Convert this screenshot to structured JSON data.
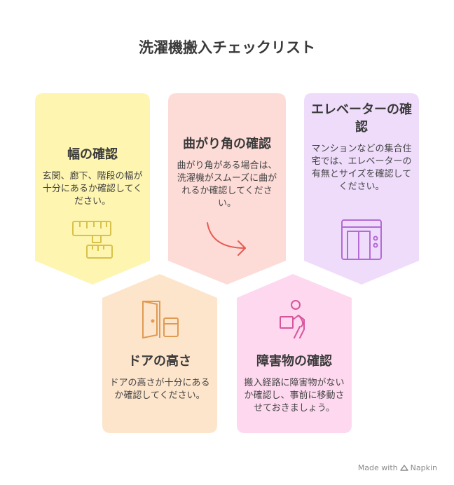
{
  "title": "洗濯機搬入チェックリスト",
  "cards": [
    {
      "id": "width",
      "title": "幅の確認",
      "desc": "玄関、廊下、階段の幅が十分にあるか確認してください。",
      "color": "#fdf5b0",
      "icon": "measuring-tape-icon",
      "icon_color": "#d8c24a"
    },
    {
      "id": "corner",
      "title": "曲がり角の確認",
      "desc": "曲がり角がある場合は、洗濯機がスムーズに曲がれるか確認してください。",
      "color": "#fddcd8",
      "icon": "curved-arrow-icon",
      "icon_color": "#e65a52"
    },
    {
      "id": "elevator",
      "title": "エレベーターの確認",
      "desc": "マンションなどの集合住宅では、エレベーターの有無とサイズを確認してください。",
      "color": "#efdcfb",
      "icon": "elevator-icon",
      "icon_color": "#b46ad6"
    },
    {
      "id": "door",
      "title": "ドアの高さ",
      "desc": "ドアの高さが十分にあるか確認してください。",
      "color": "#fde5cc",
      "icon": "door-icon",
      "icon_color": "#e09a52"
    },
    {
      "id": "obstacle",
      "title": "障害物の確認",
      "desc": "搬入経路に障害物がないか確認し、事前に移動させておきましょう。",
      "color": "#fdd8ef",
      "icon": "person-carrying-box-icon",
      "icon_color": "#d6569e"
    }
  ],
  "footer": {
    "text": "Made with",
    "brand": "Napkin",
    "icon": "napkin-logo-icon"
  }
}
